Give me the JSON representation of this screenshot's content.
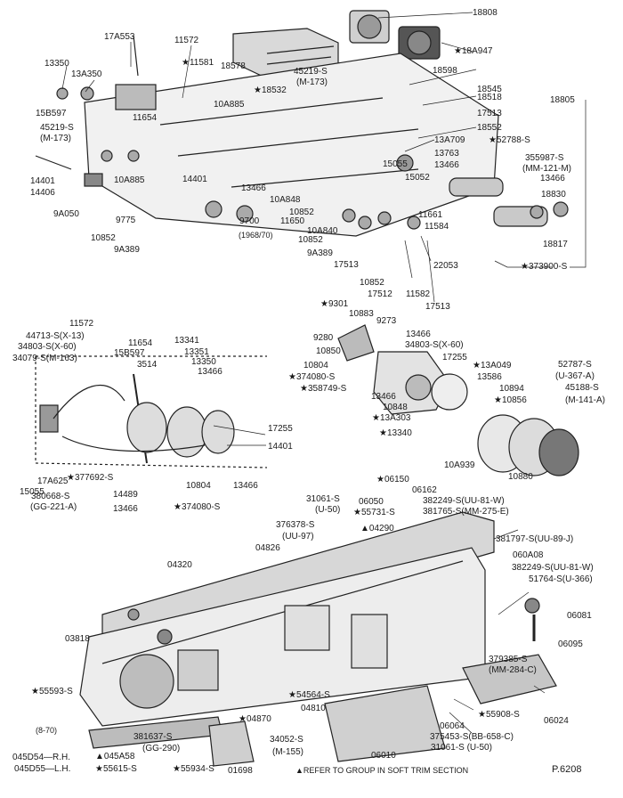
{
  "page_number": "P.6208",
  "footnote": "▲REFER TO GROUP IN SOFT TRIM SECTION",
  "date_note": "(8-70)",
  "year_note": "(1968/70)",
  "labels": [
    {
      "id": "18808",
      "text": "18808"
    },
    {
      "id": "18A947",
      "text": "★18A947"
    },
    {
      "id": "18805",
      "text": "18805"
    },
    {
      "id": "17A553",
      "text": "17A553"
    },
    {
      "id": "11572a",
      "text": "11572"
    },
    {
      "id": "11581",
      "text": "★11581"
    },
    {
      "id": "13350a",
      "text": "13350"
    },
    {
      "id": "13A350",
      "text": "13A350"
    },
    {
      "id": "18578",
      "text": "18578"
    },
    {
      "id": "45219a",
      "text": "45219-S"
    },
    {
      "id": "m173a",
      "text": "(M-173)"
    },
    {
      "id": "18532",
      "text": "★18532"
    },
    {
      "id": "18598",
      "text": "18598"
    },
    {
      "id": "18545",
      "text": "18545"
    },
    {
      "id": "18518",
      "text": "18518"
    },
    {
      "id": "15B597a",
      "text": "15B597"
    },
    {
      "id": "11654a",
      "text": "11654"
    },
    {
      "id": "10A885a",
      "text": "10A885"
    },
    {
      "id": "17513a",
      "text": "17513"
    },
    {
      "id": "18552",
      "text": "18552"
    },
    {
      "id": "45219b",
      "text": "45219-S"
    },
    {
      "id": "m173b",
      "text": "(M-173)"
    },
    {
      "id": "13A709",
      "text": "13A709"
    },
    {
      "id": "52788",
      "text": "★52788-S"
    },
    {
      "id": "13763",
      "text": "13763"
    },
    {
      "id": "13466a",
      "text": "13466"
    },
    {
      "id": "355987",
      "text": "355987-S"
    },
    {
      "id": "mm121",
      "text": "(MM-121-M)"
    },
    {
      "id": "14401a",
      "text": "14401"
    },
    {
      "id": "10A885b",
      "text": "10A885"
    },
    {
      "id": "15055a",
      "text": "15055"
    },
    {
      "id": "13466b",
      "text": "13466"
    },
    {
      "id": "14406",
      "text": "14406"
    },
    {
      "id": "14401b",
      "text": "14401"
    },
    {
      "id": "15052",
      "text": "15052"
    },
    {
      "id": "18830",
      "text": "18830"
    },
    {
      "id": "9A050",
      "text": "9A050"
    },
    {
      "id": "13466c",
      "text": "13466"
    },
    {
      "id": "10A848",
      "text": "10A848"
    },
    {
      "id": "11661",
      "text": "11661"
    },
    {
      "id": "10852a",
      "text": "10852"
    },
    {
      "id": "11650",
      "text": "11650"
    },
    {
      "id": "9775",
      "text": "9775"
    },
    {
      "id": "9700",
      "text": "9700"
    },
    {
      "id": "11584",
      "text": "11584"
    },
    {
      "id": "10A840",
      "text": "10A840"
    },
    {
      "id": "10852b",
      "text": "10852"
    },
    {
      "id": "10852c",
      "text": "10852"
    },
    {
      "id": "18817",
      "text": "18817"
    },
    {
      "id": "9A389a",
      "text": "9A389"
    },
    {
      "id": "9A389b",
      "text": "9A389"
    },
    {
      "id": "17513b",
      "text": "17513"
    },
    {
      "id": "22053",
      "text": "22053"
    },
    {
      "id": "373900",
      "text": "★373900-S"
    },
    {
      "id": "10852d",
      "text": "10852"
    },
    {
      "id": "17512",
      "text": "17512"
    },
    {
      "id": "11582",
      "text": "11582"
    },
    {
      "id": "17513c",
      "text": "17513"
    },
    {
      "id": "9301",
      "text": "★9301"
    },
    {
      "id": "10883",
      "text": "10883"
    },
    {
      "id": "9273",
      "text": "9273"
    },
    {
      "id": "11572b",
      "text": "11572"
    },
    {
      "id": "44713",
      "text": "44713-S(X-13)"
    },
    {
      "id": "34803a",
      "text": "34803-S(X-60)"
    },
    {
      "id": "34079",
      "text": "34079-S(M-163)"
    },
    {
      "id": "11654b",
      "text": "11654"
    },
    {
      "id": "13341",
      "text": "13341"
    },
    {
      "id": "15B597b",
      "text": "15B597"
    },
    {
      "id": "13351",
      "text": "13351"
    },
    {
      "id": "3514",
      "text": "3514"
    },
    {
      "id": "13350b",
      "text": "13350"
    },
    {
      "id": "13466d",
      "text": "13466"
    },
    {
      "id": "9280",
      "text": "9280"
    },
    {
      "id": "10850",
      "text": "10850"
    },
    {
      "id": "13466e",
      "text": "13466"
    },
    {
      "id": "34803b",
      "text": "34803-S(X-60)"
    },
    {
      "id": "10804a",
      "text": "10804"
    },
    {
      "id": "374080a",
      "text": "★374080-S"
    },
    {
      "id": "358749",
      "text": "★358749-S"
    },
    {
      "id": "17255a",
      "text": "17255"
    },
    {
      "id": "13A049",
      "text": "★13A049"
    },
    {
      "id": "13586",
      "text": "13586"
    },
    {
      "id": "52787",
      "text": "52787-S"
    },
    {
      "id": "u367",
      "text": "(U-367-A)"
    },
    {
      "id": "10894",
      "text": "10894"
    },
    {
      "id": "45188",
      "text": "45188-S"
    },
    {
      "id": "m141",
      "text": "(M-141-A)"
    },
    {
      "id": "13466f",
      "text": "13466"
    },
    {
      "id": "10848",
      "text": "10848"
    },
    {
      "id": "10856",
      "text": "★10856"
    },
    {
      "id": "13A303",
      "text": "★13A303"
    },
    {
      "id": "17255b",
      "text": "17255"
    },
    {
      "id": "13340",
      "text": "★13340"
    },
    {
      "id": "14401c",
      "text": "14401"
    },
    {
      "id": "10A939",
      "text": "10A939"
    },
    {
      "id": "10880",
      "text": "10880"
    },
    {
      "id": "15055b",
      "text": "15055"
    },
    {
      "id": "17A625",
      "text": "17A625"
    },
    {
      "id": "377692",
      "text": "★377692-S"
    },
    {
      "id": "380668",
      "text": "380668-S"
    },
    {
      "id": "gg221",
      "text": "(GG-221-A)"
    },
    {
      "id": "14489",
      "text": "14489"
    },
    {
      "id": "10804b",
      "text": "10804"
    },
    {
      "id": "13466g",
      "text": "13466"
    },
    {
      "id": "13466h",
      "text": "13466"
    },
    {
      "id": "374080b",
      "text": "★374080-S"
    },
    {
      "id": "06150",
      "text": "★06150"
    },
    {
      "id": "31061a",
      "text": "31061-S"
    },
    {
      "id": "u50a",
      "text": "(U-50)"
    },
    {
      "id": "06050",
      "text": "06050"
    },
    {
      "id": "06162",
      "text": "06162"
    },
    {
      "id": "382249a",
      "text": "382249-S(UU-81-W)"
    },
    {
      "id": "55731",
      "text": "★55731-S"
    },
    {
      "id": "381765",
      "text": "381765-S(MM-275-E)"
    },
    {
      "id": "376378",
      "text": "376378-S"
    },
    {
      "id": "uu97",
      "text": "(UU-97)"
    },
    {
      "id": "04290",
      "text": "▲04290"
    },
    {
      "id": "381797",
      "text": "381797-S(UU-89-J)"
    },
    {
      "id": "04826",
      "text": "04826"
    },
    {
      "id": "060A08",
      "text": "060A08"
    },
    {
      "id": "04320",
      "text": "04320"
    },
    {
      "id": "382249b",
      "text": "382249-S(UU-81-W)"
    },
    {
      "id": "51764",
      "text": "51764-S(U-366)"
    },
    {
      "id": "06081",
      "text": "06081"
    },
    {
      "id": "03818",
      "text": "03818"
    },
    {
      "id": "06095",
      "text": "06095"
    },
    {
      "id": "379385",
      "text": "379385-S"
    },
    {
      "id": "mm284",
      "text": "(MM-284-C)"
    },
    {
      "id": "55593",
      "text": "★55593-S"
    },
    {
      "id": "54564",
      "text": "★54564-S"
    },
    {
      "id": "04810",
      "text": "04810"
    },
    {
      "id": "04870",
      "text": "★04870"
    },
    {
      "id": "55908",
      "text": "★55908-S"
    },
    {
      "id": "06024",
      "text": "06024"
    },
    {
      "id": "06064",
      "text": "06064"
    },
    {
      "id": "381637",
      "text": "381637-S"
    },
    {
      "id": "gg290",
      "text": "(GG-290)"
    },
    {
      "id": "34052",
      "text": "34052-S"
    },
    {
      "id": "m155",
      "text": "(M-155)"
    },
    {
      "id": "375453",
      "text": "375453-S(BB-658-C)"
    },
    {
      "id": "06010",
      "text": "06010"
    },
    {
      "id": "31061b",
      "text": "31061-S (U-50)"
    },
    {
      "id": "045A58",
      "text": "▲045A58"
    },
    {
      "id": "045D54",
      "text": "045D54—R.H."
    },
    {
      "id": "045D55",
      "text": "045D55—L.H."
    },
    {
      "id": "55615",
      "text": "★55615-S"
    },
    {
      "id": "55934",
      "text": "★55934-S"
    },
    {
      "id": "01698",
      "text": "01698"
    }
  ]
}
